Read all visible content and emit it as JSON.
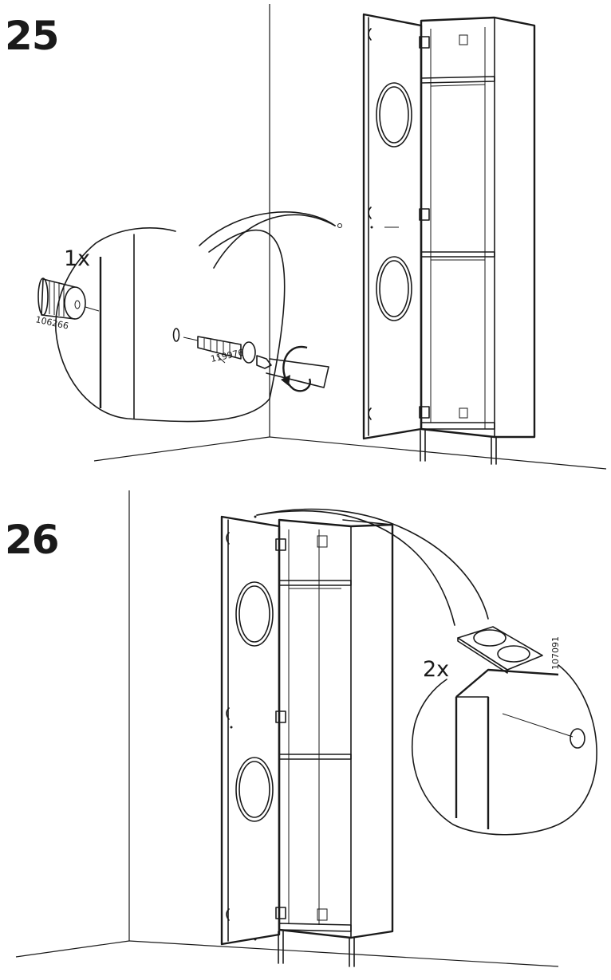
{
  "steps": [
    {
      "number": "25",
      "parts": [
        {
          "quantity": "1x",
          "part_no": "106266"
        },
        {
          "part_no": "119976"
        }
      ]
    },
    {
      "number": "26",
      "parts": [
        {
          "quantity": "2x",
          "part_no": "107091"
        }
      ]
    }
  ]
}
